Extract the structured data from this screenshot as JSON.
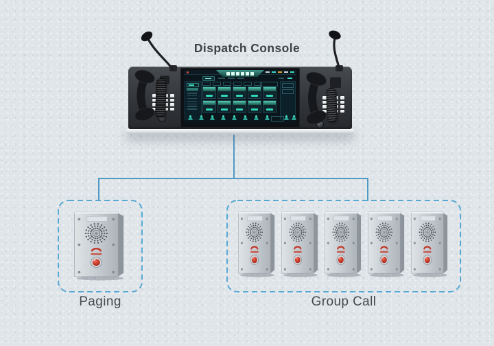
{
  "title": "Dispatch Console",
  "groups": {
    "paging": {
      "label": "Paging",
      "device_count": 1
    },
    "group_call": {
      "label": "Group Call",
      "device_count": 5
    }
  },
  "colors": {
    "background": "#e0e5e9",
    "title_text": "#3e4246",
    "label_text": "#45494d",
    "connector_line": "#4f9ac2",
    "dashed_border": "#57a9d4",
    "console_body": "#34373c",
    "screen_background": "#0a161c",
    "screen_accent": "#2fd8ba",
    "device_metal": "#c7cdd2",
    "call_button_red": "#c03427"
  }
}
